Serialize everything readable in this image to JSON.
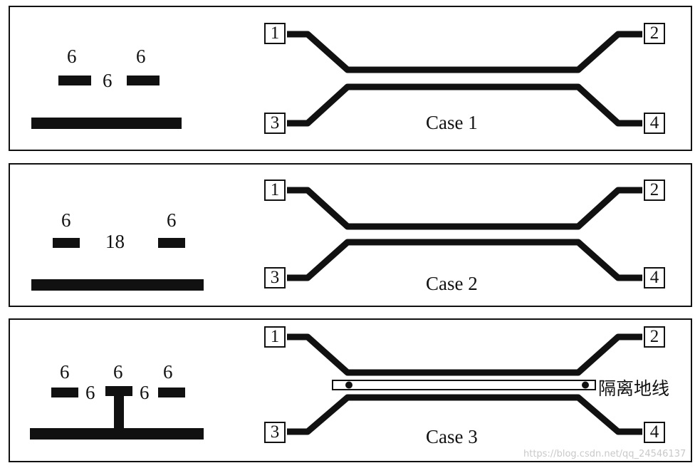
{
  "panels": [
    {
      "case_label": "Case 1",
      "dims": {
        "w1": "6",
        "w2": "6",
        "gap": "6"
      },
      "ports": [
        "1",
        "2",
        "3",
        "4"
      ]
    },
    {
      "case_label": "Case 2",
      "dims": {
        "w1": "6",
        "w2": "6",
        "gap": "18"
      },
      "ports": [
        "1",
        "2",
        "3",
        "4"
      ]
    },
    {
      "case_label": "Case 3",
      "dims": {
        "w1": "6",
        "w2": "6",
        "w3": "6",
        "gap1": "6",
        "gap2": "6"
      },
      "ports": [
        "1",
        "2",
        "3",
        "4"
      ],
      "guard_label": "隔离地线"
    }
  ],
  "watermark": "https://blog.csdn.net/qq_24546137"
}
